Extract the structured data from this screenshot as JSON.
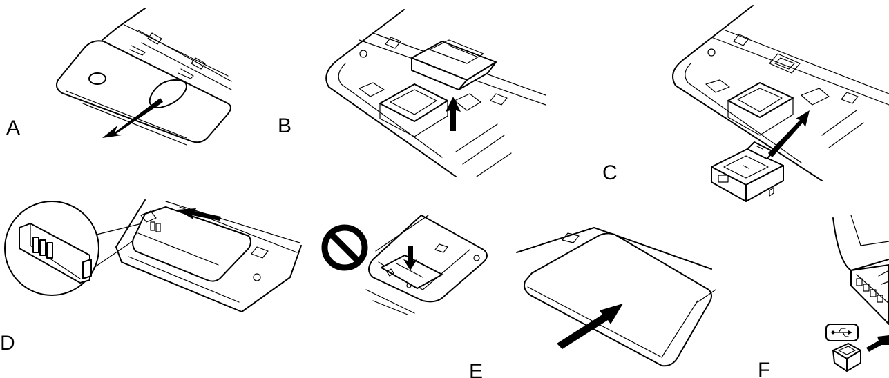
{
  "steps": [
    {
      "id": "A",
      "label": "A",
      "depicts": "slide-battery-cover-off"
    },
    {
      "id": "B",
      "label": "B",
      "depicts": "lift-dongle-holder-out"
    },
    {
      "id": "C",
      "label": "C",
      "depicts": "insert-usb-receiver-into-holder"
    },
    {
      "id": "D",
      "label": "D",
      "depicts": "insert-battery-contacts-first"
    },
    {
      "id": "E",
      "label": "E",
      "depicts": "do-not-insert-battery-wrongly"
    },
    {
      "id": "F",
      "label": "F",
      "depicts": "close-cover-and-plug-receiver-into-laptop"
    }
  ],
  "icons": {
    "prohibited": "prohibited-icon",
    "usb": "usb-icon",
    "arrow": "arrow-icon"
  }
}
